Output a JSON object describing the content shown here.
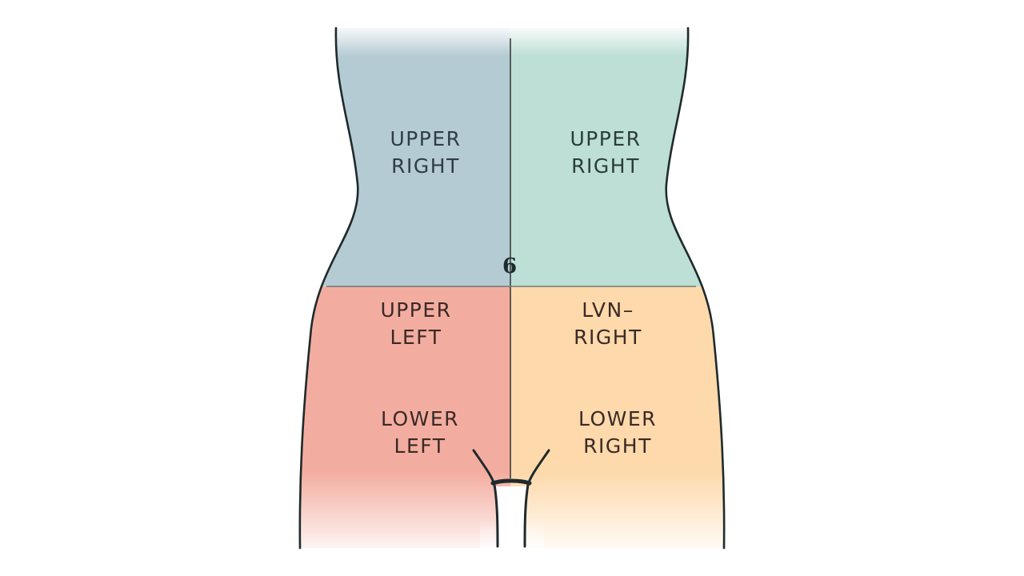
{
  "diagram": {
    "type": "abdominal-quadrants",
    "colors": {
      "upper_left_region": "#b5cbd3",
      "upper_right_region": "#bddfd5",
      "lower_left_region": "#f3ada0",
      "lower_right_region": "#fdd9ab",
      "outline": "#1f2a2c",
      "background": "#ffffff"
    },
    "quadrants": [
      {
        "position": "top-left",
        "line1": "UPPER",
        "line2": "RIGHT"
      },
      {
        "position": "top-right",
        "line1": "UPPER",
        "line2": "RIGHT"
      },
      {
        "position": "middle-left",
        "line1": "UPPER",
        "line2": "LEFT"
      },
      {
        "position": "middle-right",
        "line1": "LVN–",
        "line2": "RIGHT"
      },
      {
        "position": "bottom-left",
        "line1": "LOWER",
        "line2": "LEFT"
      },
      {
        "position": "bottom-right",
        "line1": "LOWER",
        "line2": "RIGHT"
      }
    ],
    "navel_symbol": "6"
  }
}
